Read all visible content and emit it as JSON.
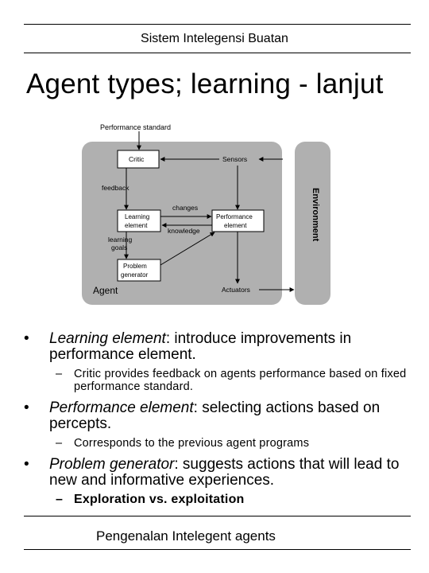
{
  "header": {
    "title": "Sistem Intelegensi Buatan"
  },
  "slide": {
    "title": "Agent types; learning - lanjut"
  },
  "diagram": {
    "performance_standard": "Performance standard",
    "critic": "Critic",
    "sensors": "Sensors",
    "feedback": "feedback",
    "changes": "changes",
    "learning_element_line1": "Learning",
    "learning_element_line2": "element",
    "performance_element_line1": "Performance",
    "performance_element_line2": "element",
    "knowledge": "knowledge",
    "learning_goals_line1": "learning",
    "learning_goals_line2": "goals",
    "problem_generator_line1": "Problem",
    "problem_generator_line2": "generator",
    "agent": "Agent",
    "actuators": "Actuators",
    "environment": "Environment"
  },
  "bullets": [
    {
      "term": "Learning element",
      "text": ": introduce improvements in performance element."
    },
    {
      "sub": "Critic provides feedback on agents performance based on fixed performance standard."
    },
    {
      "term": "Performance element",
      "text": ": selecting actions based on percepts."
    },
    {
      "sub": "Corresponds to the previous agent programs"
    },
    {
      "term": "Problem generator",
      "text": ": suggests actions that will lead to new and informative experiences."
    },
    {
      "sub": "Exploration vs. exploitation"
    }
  ],
  "footer": {
    "title": "Pengenalan Intelegent agents"
  },
  "colors": {
    "agent_box": "#b0b0b0",
    "environment_box": "#b0b0b0",
    "inner_box": "#ffffff"
  }
}
